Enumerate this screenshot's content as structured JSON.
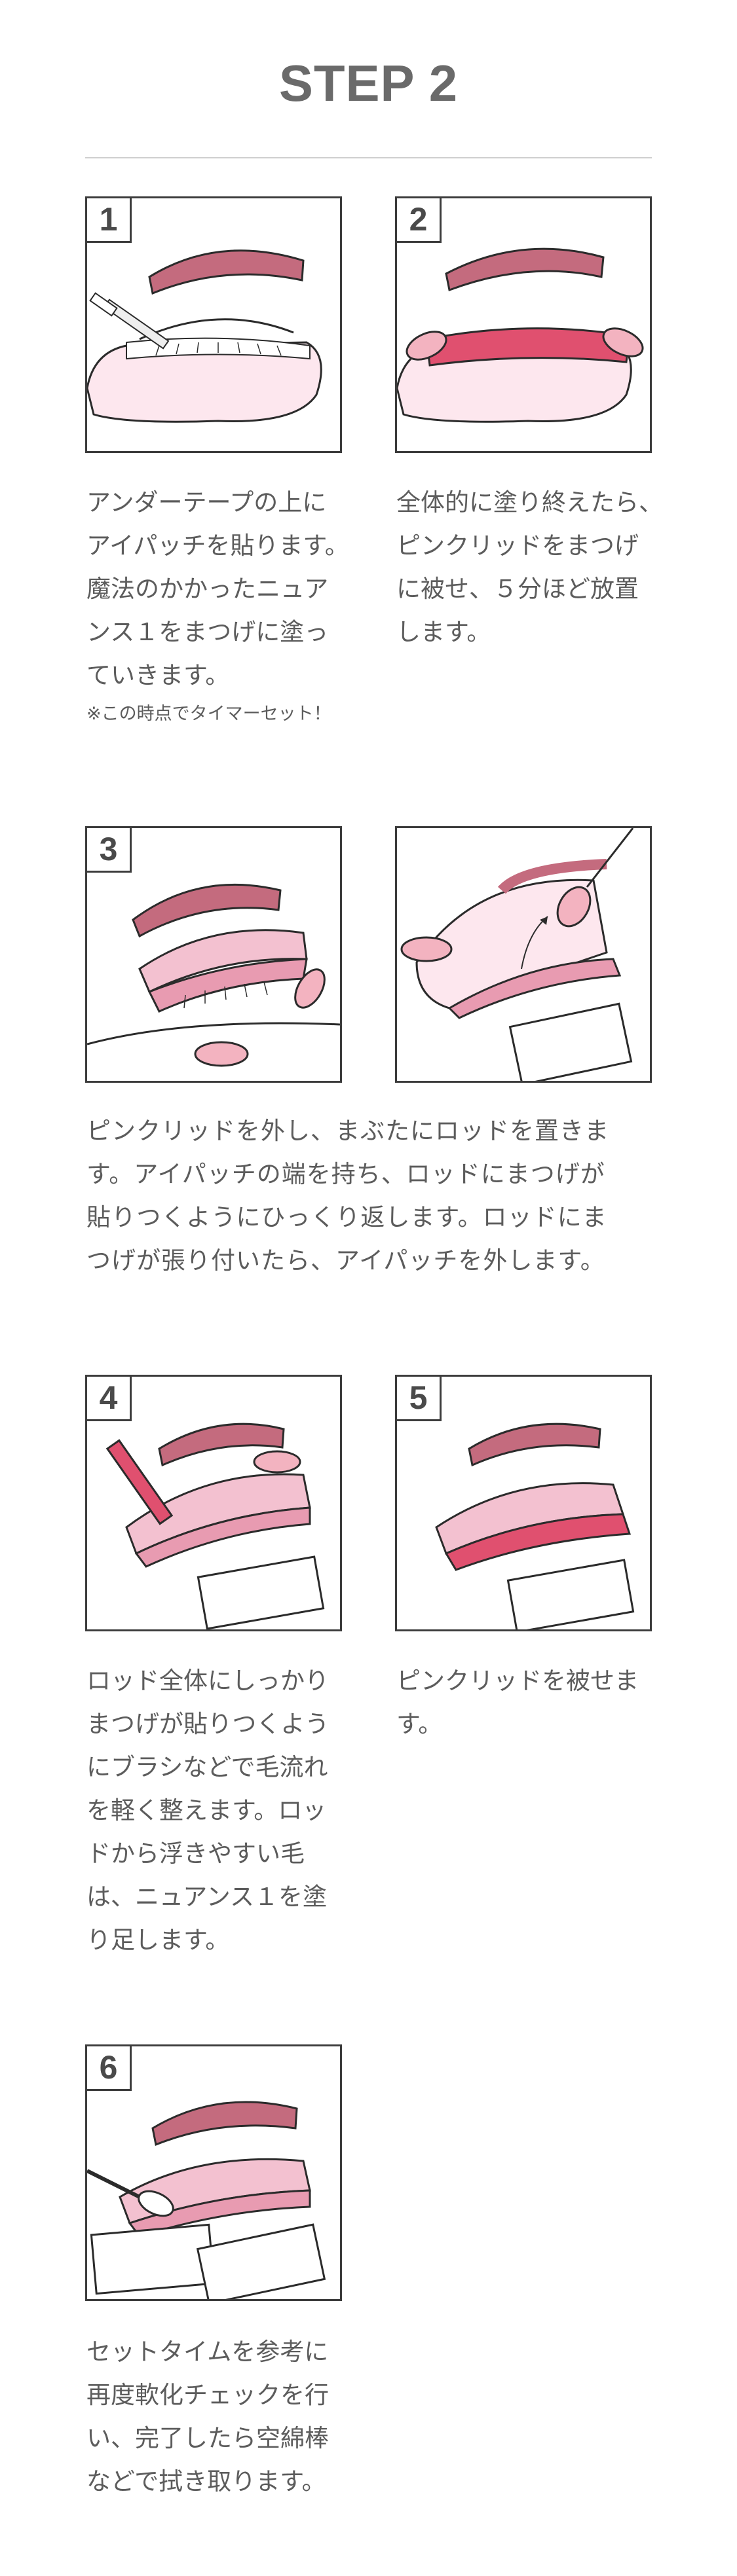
{
  "title": "STEP 2",
  "steps": [
    {
      "number": "1",
      "text": "アンダーテープの上に\nアイパッチを貼ります。\n魔法のかかったニュア\nンス１をまつげに塗っ\nていきます。",
      "note": "※この時点でタイマーセット！"
    },
    {
      "number": "2",
      "text": "全体的に塗り終えたら、\nピンクリッドをまつげ\nに被せ、５分ほど放置\nします。"
    },
    {
      "number": "3",
      "text": "ピンクリッドを外し、まぶたにロッドを置きま\nす。アイパッチの端を持ち、ロッドにまつげが\n貼りつくようにひっくり返します。ロッドにま\nつげが張り付いたら、アイパッチを外します。"
    },
    {
      "number": "4",
      "text": "ロッド全体にしっかり\nまつげが貼りつくよう\nにブラシなどで毛流れ\nを軽く整えます。ロッ\nドから浮きやすい毛\nは、ニュアンス１を塗\nり足します。"
    },
    {
      "number": "5",
      "text": "ピンクリッドを被せま\nす。"
    },
    {
      "number": "6",
      "text": "セットタイムを参考に\n再度軟化チェックを行\nい、完了したら空綿棒\nなどで拭き取ります。"
    }
  ],
  "colors": {
    "brow": "#c46b7e",
    "pink_light": "#f3c1d0",
    "pink_mid": "#e89bb1",
    "pink_dark": "#e0506f",
    "line": "#2b2b2b",
    "text": "#5c5c5c"
  }
}
